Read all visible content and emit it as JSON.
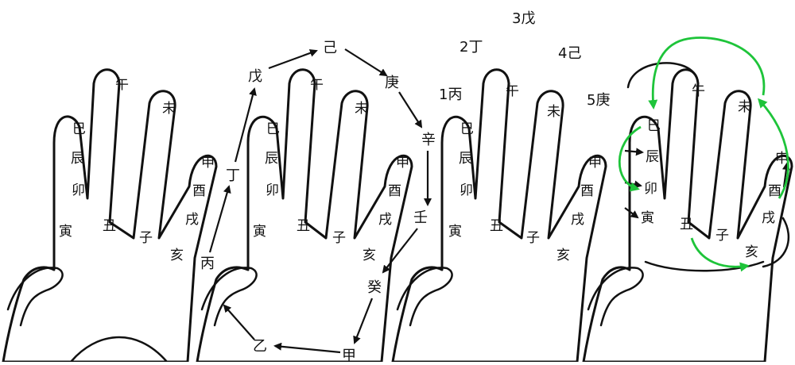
{
  "palm_branches": [
    "巳",
    "辰",
    "卯",
    "寅",
    "丑",
    "子",
    "亥",
    "戌",
    "酉",
    "申",
    "未",
    "午"
  ],
  "stems_arrow_cycle": [
    "甲",
    "乙",
    "丙",
    "丁",
    "戊",
    "己",
    "庚",
    "辛",
    "壬",
    "癸"
  ],
  "numbered_stems": [
    "1丙",
    "2丁",
    "3戊",
    "4己",
    "5庚"
  ],
  "colors": {
    "ink": "#111111",
    "green_arrow": "#1ec43a",
    "background": "#ffffff"
  }
}
